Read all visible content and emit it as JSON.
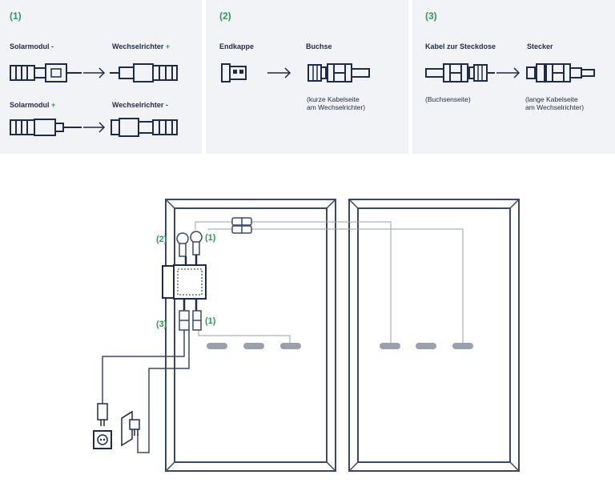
{
  "panels": [
    {
      "number": "(1)",
      "rows": [
        {
          "left_label": "Solarmodul",
          "left_sign": "-",
          "right_label": "Wechselrichter",
          "right_sign": "+"
        },
        {
          "left_label": "Solarmodul",
          "left_sign": "+",
          "right_label": "Wechselrichter",
          "right_sign": "-"
        }
      ]
    },
    {
      "number": "(2)",
      "left_label": "Endkappe",
      "right_label": "Buchse",
      "right_note_line1": "(kurze Kabelseite",
      "right_note_line2": "am Wechselrichter)"
    },
    {
      "number": "(3)",
      "left_label": "Kabel zur Steckdose",
      "right_label": "Stecker",
      "left_note": "(Buchsenseite)",
      "right_note_line1": "(lange Kabelseite",
      "right_note_line2": "am Wechselrichter)"
    }
  ],
  "diagram": {
    "callouts": [
      "(2)",
      "(1)",
      "(3)",
      "(1)"
    ]
  },
  "colors": {
    "accent": "#2e9a55",
    "text": "#1f2b4a",
    "panel_bg": "#f2f3f6",
    "frame": "#3b4966"
  },
  "icons": [
    "arrow-right-icon",
    "connector-icon",
    "inverter-icon",
    "socket-icon",
    "plug-icon",
    "solar-panel-icon"
  ]
}
